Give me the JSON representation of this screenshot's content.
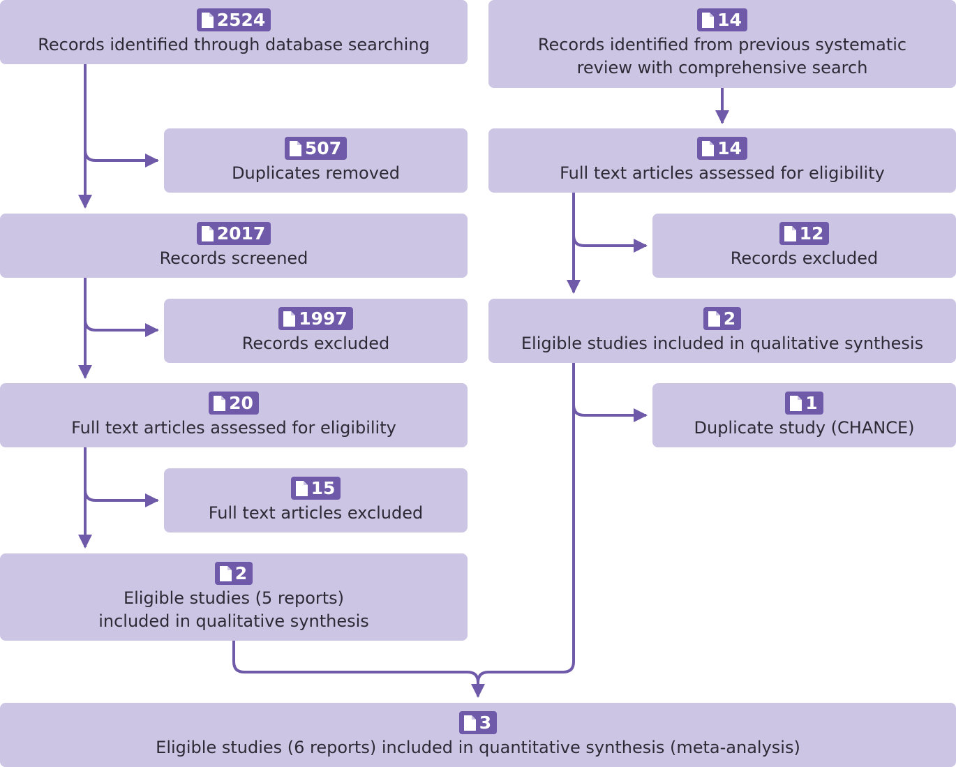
{
  "boxes": {
    "db_search": {
      "count": "2524",
      "label": "Records identified through database searching"
    },
    "prev_review": {
      "count": "14",
      "label": "Records identified from previous systematic review with comprehensive search"
    },
    "duplicates": {
      "count": "507",
      "label": "Duplicates removed"
    },
    "prev_fulltext": {
      "count": "14",
      "label": "Full text articles assessed for eligibility"
    },
    "screened": {
      "count": "2017",
      "label": "Records screened"
    },
    "prev_excluded": {
      "count": "12",
      "label": "Records excluded"
    },
    "excluded": {
      "count": "1997",
      "label": "Records excluded"
    },
    "prev_eligible": {
      "count": "2",
      "label": "Eligible studies included in qualitative synthesis"
    },
    "fulltext": {
      "count": "20",
      "label": "Full text articles assessed for eligibility"
    },
    "duplicate_study": {
      "count": "1",
      "label": "Duplicate study (CHANCE)"
    },
    "fulltext_excluded": {
      "count": "15",
      "label": "Full text articles excluded"
    },
    "eligible": {
      "count": "2",
      "label_line1": "Eligible studies (5 reports)",
      "label_line2": "included in qualitative synthesis"
    },
    "final": {
      "count": "3",
      "label": "Eligible studies (6 reports) included in quantitative synthesis (meta-analysis)"
    }
  },
  "colors": {
    "box_fill": "#cdc5e4",
    "badge_fill": "#6f5aa9",
    "connector": "#6f5aa9",
    "text": "#2d2a36"
  },
  "icons": {
    "badge_icon": "document-icon"
  }
}
